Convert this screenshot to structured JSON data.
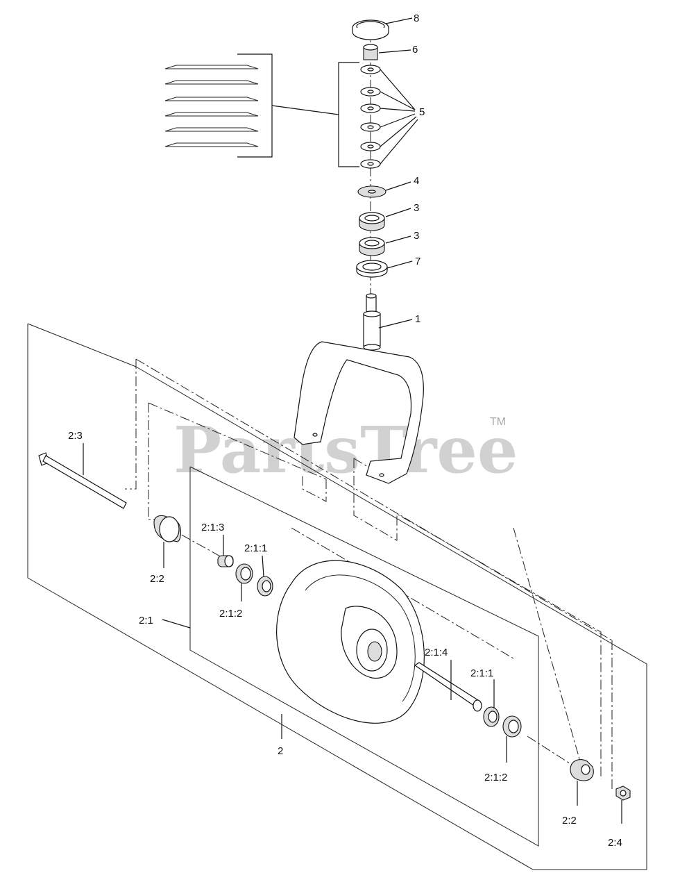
{
  "labels": {
    "l8": "8",
    "l6": "6",
    "l5": "5",
    "l4": "4",
    "l3a": "3",
    "l3b": "3",
    "l7": "7",
    "l1": "1",
    "l23": "2:3",
    "l22a": "2:2",
    "l213": "2:1:3",
    "l211a": "2:1:1",
    "l212a": "2:1:2",
    "l21": "2:1",
    "l214": "2:1:4",
    "l211b": "2:1:1",
    "l212b": "2:1:2",
    "l2": "2",
    "l22b": "2:2",
    "l24": "2:4"
  },
  "watermark": {
    "text": "PartsTree",
    "tm": "TM"
  }
}
